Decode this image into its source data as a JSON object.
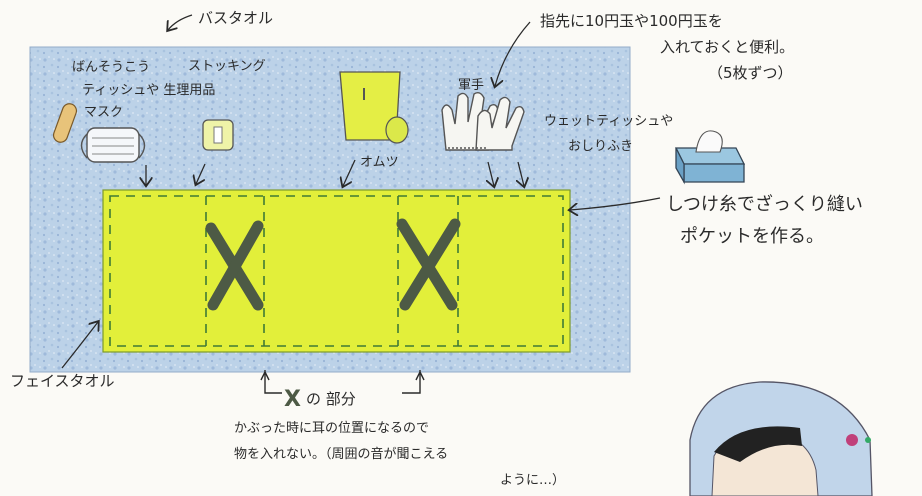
{
  "labels": {
    "bath_towel": "バスタオル",
    "face_towel": "フェイスタオル",
    "bandaid": "ばんそうこう",
    "stocking": "ストッキング",
    "tissue_sanitary": "ティッシュや 生理用品",
    "mask": "マスク",
    "gloves": "軍手",
    "diaper": "オムツ",
    "wet_tissue_line1": "ウェットティッシュや",
    "wet_tissue_line2": "おしりふき",
    "coins_line1": "指先に10円玉や100円玉を",
    "coins_line2": "入れておくと便利。",
    "coins_line3": "（5枚ずつ）",
    "stitch_line1": "しつけ糸でざっくり縫い",
    "stitch_line2": "ポケットを作る。",
    "x_part_mark": "X",
    "x_part_text": "の 部分",
    "note_line1": "かぶった時に耳の位置になるので",
    "note_line2": "物を入れない。（周囲の音が聞こえる",
    "note_line3": "ように…）"
  },
  "colors": {
    "towel_blue": "#b9cfe6",
    "pocket_yellow": "#e2ef3a",
    "ink": "#2a2a2a",
    "x_mark": "#4d5a45",
    "dash_green": "#3f7a35"
  }
}
